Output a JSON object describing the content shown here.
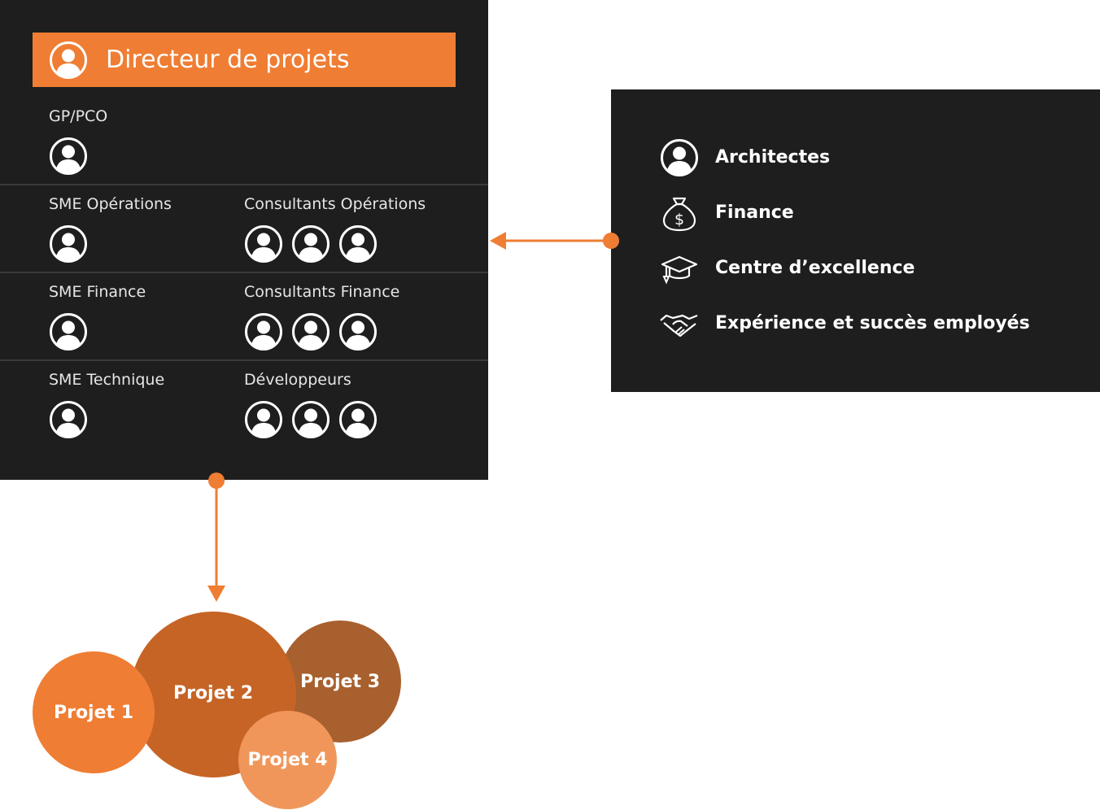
{
  "team": {
    "header": "Directeur de projets",
    "gp": {
      "label": "GP/PCO"
    },
    "rows": [
      {
        "sme": "SME Opérations",
        "group": "Consultants Opérations"
      },
      {
        "sme": "SME Finance",
        "group": "Consultants Finance"
      },
      {
        "sme": "SME Technique",
        "group": "Développeurs"
      }
    ]
  },
  "support": {
    "items": [
      {
        "label": "Architectes",
        "icon": "person-icon"
      },
      {
        "label": "Finance",
        "icon": "money-bag-icon"
      },
      {
        "label": "Centre d’excellence",
        "icon": "graduation-cap-icon"
      },
      {
        "label": "Expérience et succès employés",
        "icon": "handshake-icon"
      }
    ]
  },
  "projects": [
    {
      "label": "Projet 1",
      "color": "#ef7d33"
    },
    {
      "label": "Projet 2",
      "color": "#c66426"
    },
    {
      "label": "Projet 3",
      "color": "#a8602e"
    },
    {
      "label": "Projet 4",
      "color": "#f0965a"
    }
  ],
  "colors": {
    "accent": "#ef7d33",
    "panel": "#1e1e1e",
    "divider": "#3a3a3a"
  }
}
